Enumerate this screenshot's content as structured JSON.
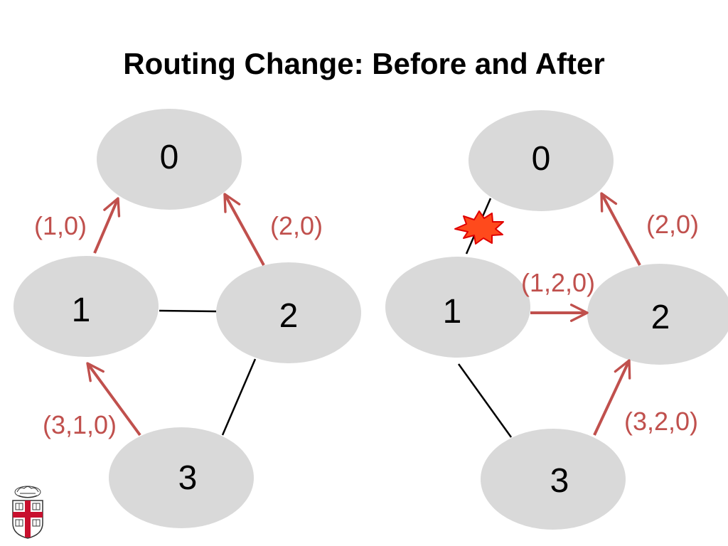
{
  "title": "Routing Change: Before and After",
  "colors": {
    "node_fill": "#d9d9d9",
    "route_arrow": "#c0504d",
    "link_line": "#000000",
    "failure_burst_fill": "#ff4a1c",
    "failure_burst_stroke": "#e00000"
  },
  "before": {
    "nodes": {
      "n0": "0",
      "n1": "1",
      "n2": "2",
      "n3": "3"
    },
    "paths": {
      "p1": "(1,0)",
      "p2": "(2,0)",
      "p3": "(3,1,0)"
    }
  },
  "after": {
    "nodes": {
      "n0": "0",
      "n1": "1",
      "n2": "2",
      "n3": "3"
    },
    "paths": {
      "p1": "(1,2,0)",
      "p2": "(2,0)",
      "p3": "(3,2,0)"
    },
    "failed_link": "1-0"
  },
  "logo_icon": "university-crest-icon"
}
